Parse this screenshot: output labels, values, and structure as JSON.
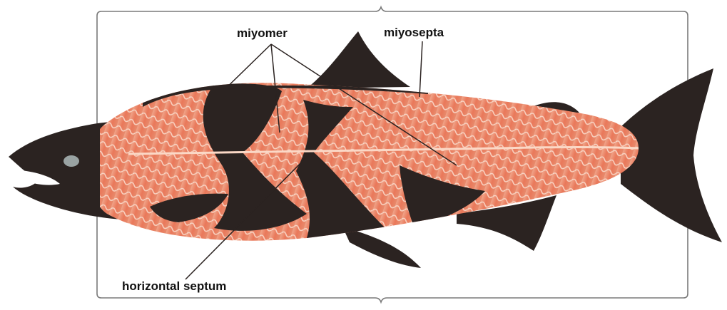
{
  "labels": {
    "miyomer": "miyomer",
    "miyosepta": "miyosepta",
    "horizontal_septum": "horizontal septum"
  },
  "colors": {
    "fish_dark": "#2b2321",
    "flesh": "#e8795a",
    "flesh_light": "#f4b49b",
    "stripe": "#fbe1d3",
    "frame": "#7a7a7a",
    "eye": "#9aa3a3",
    "label_text": "#111111"
  }
}
